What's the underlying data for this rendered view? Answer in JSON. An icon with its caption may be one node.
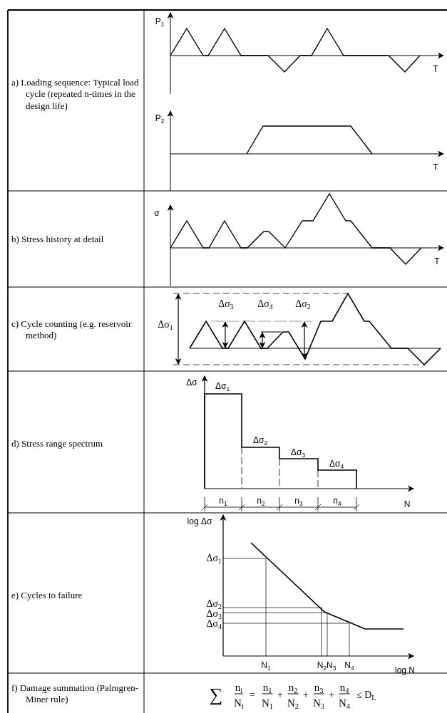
{
  "diagram": {
    "labels": [
      "a) Loading sequence: Typical load cycle (repeated n-times in the design life)",
      "P$_{1}$",
      "T",
      "P$_{2}$",
      "T",
      "b) Stress history at detail",
      "σ",
      "T",
      "c) Cycle counting (e.g. reservoir method)",
      "Δσ$_{1}$",
      "Δσ$_{3}$",
      "Δσ$_{4}$",
      "Δσ$_{2}$",
      "d) Stress range spectrum",
      "Δσ",
      "Δσ$_{1}$",
      "Δσ$_{2}$",
      "Δσ$_{3}$",
      "Δσ$_{4}$",
      "n$_{1}$",
      "n$_{2}$",
      "n$_{3}$",
      "n$_{4}$",
      "N",
      "e) Cycles to failure",
      "log Δσ",
      "Δσ$_{1}$",
      "Δσ$_{2}$",
      "Δσ$_{3}$",
      "Δσ$_{4}$",
      "N$_{1}$",
      "N$_{2}$",
      "N$_{3}$",
      "N$_{4}$",
      "log N",
      "f) Damage summation (Palmgren-Miner rule)",
      "∑",
      "n$_{i}$",
      "N$_{i}$",
      "=",
      "n$_{1}$",
      "N$_{1}$",
      "+",
      "n$_{2}$",
      "N$_{2}$",
      "+",
      "n$_{3}$",
      "N$_{3}$",
      "+",
      "n$_{4}$",
      "N$_{4}$",
      "≤ D$_{L}$"
    ]
  }
}
